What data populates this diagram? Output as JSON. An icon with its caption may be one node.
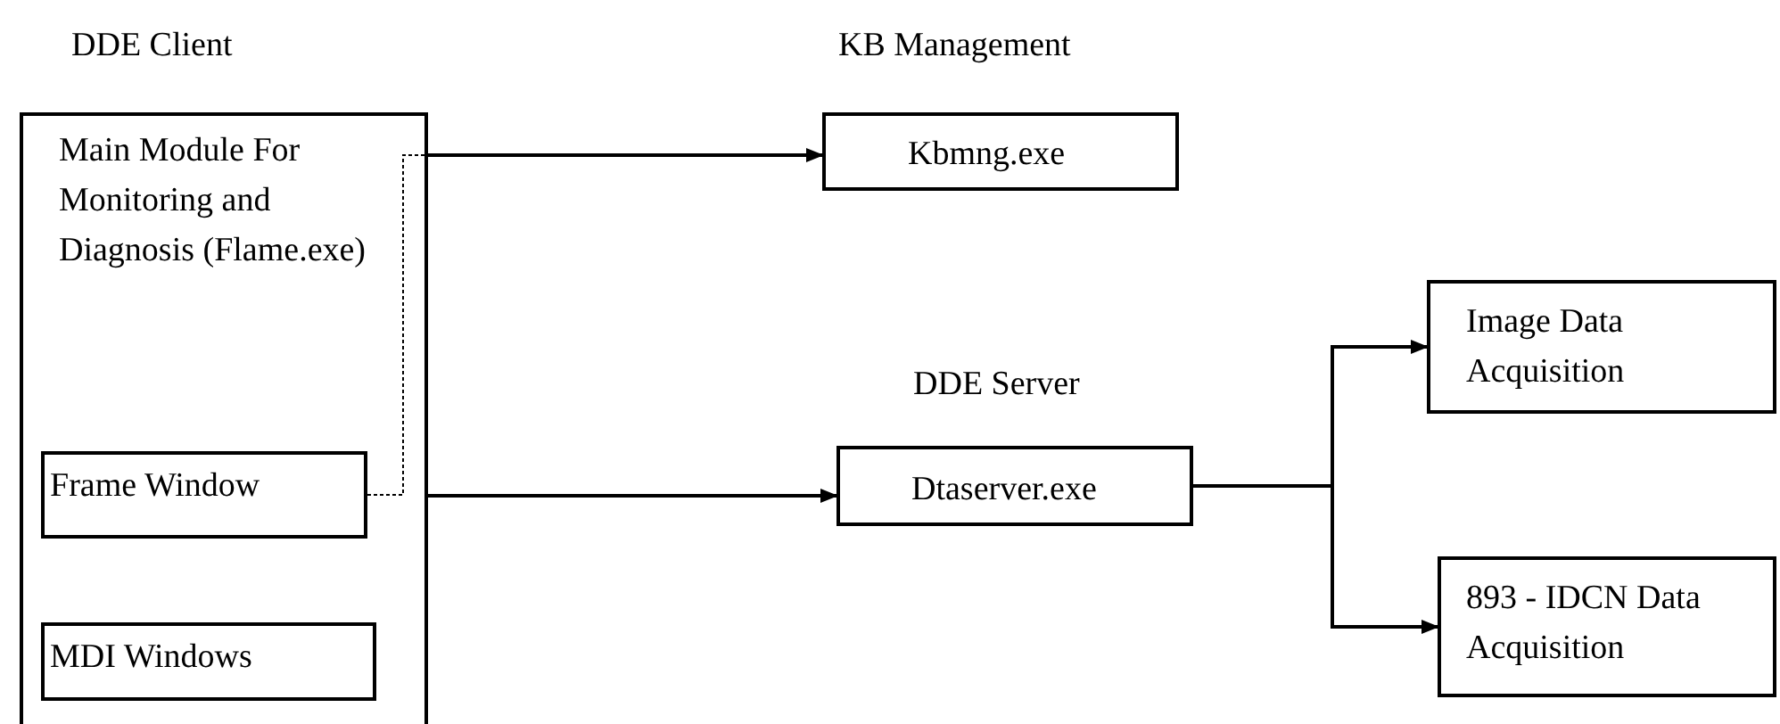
{
  "diagram": {
    "nodes": [
      {
        "text": [
          "DDE Client",
          "Main Module For Monitoring and Diagnosis (Flame.exe)"
        ]
      },
      {
        "text": [
          "Frame Window"
        ],
        "in": 0
      },
      {
        "text": [
          "MDI Windows"
        ],
        "in": 0
      },
      {
        "text": [
          "KB Management",
          "Kbmng.exe"
        ]
      },
      {
        "text": [
          "DDE Server",
          "Dtaserver.exe"
        ]
      },
      {
        "text": [
          "Image Data Acquisition"
        ]
      },
      {
        "text": [
          "893 - IDCN Data Acquisition"
        ]
      }
    ],
    "edges": [
      {
        "from": 0,
        "to": 3,
        "arrow": "to"
      },
      {
        "from": 1,
        "to": 0,
        "arrow": "none",
        "style": "dashed"
      },
      {
        "from": 0,
        "to": 4,
        "arrow": "to"
      },
      {
        "from": 4,
        "to": 5,
        "arrow": "to"
      },
      {
        "from": 4,
        "to": 6,
        "arrow": "to"
      }
    ]
  }
}
